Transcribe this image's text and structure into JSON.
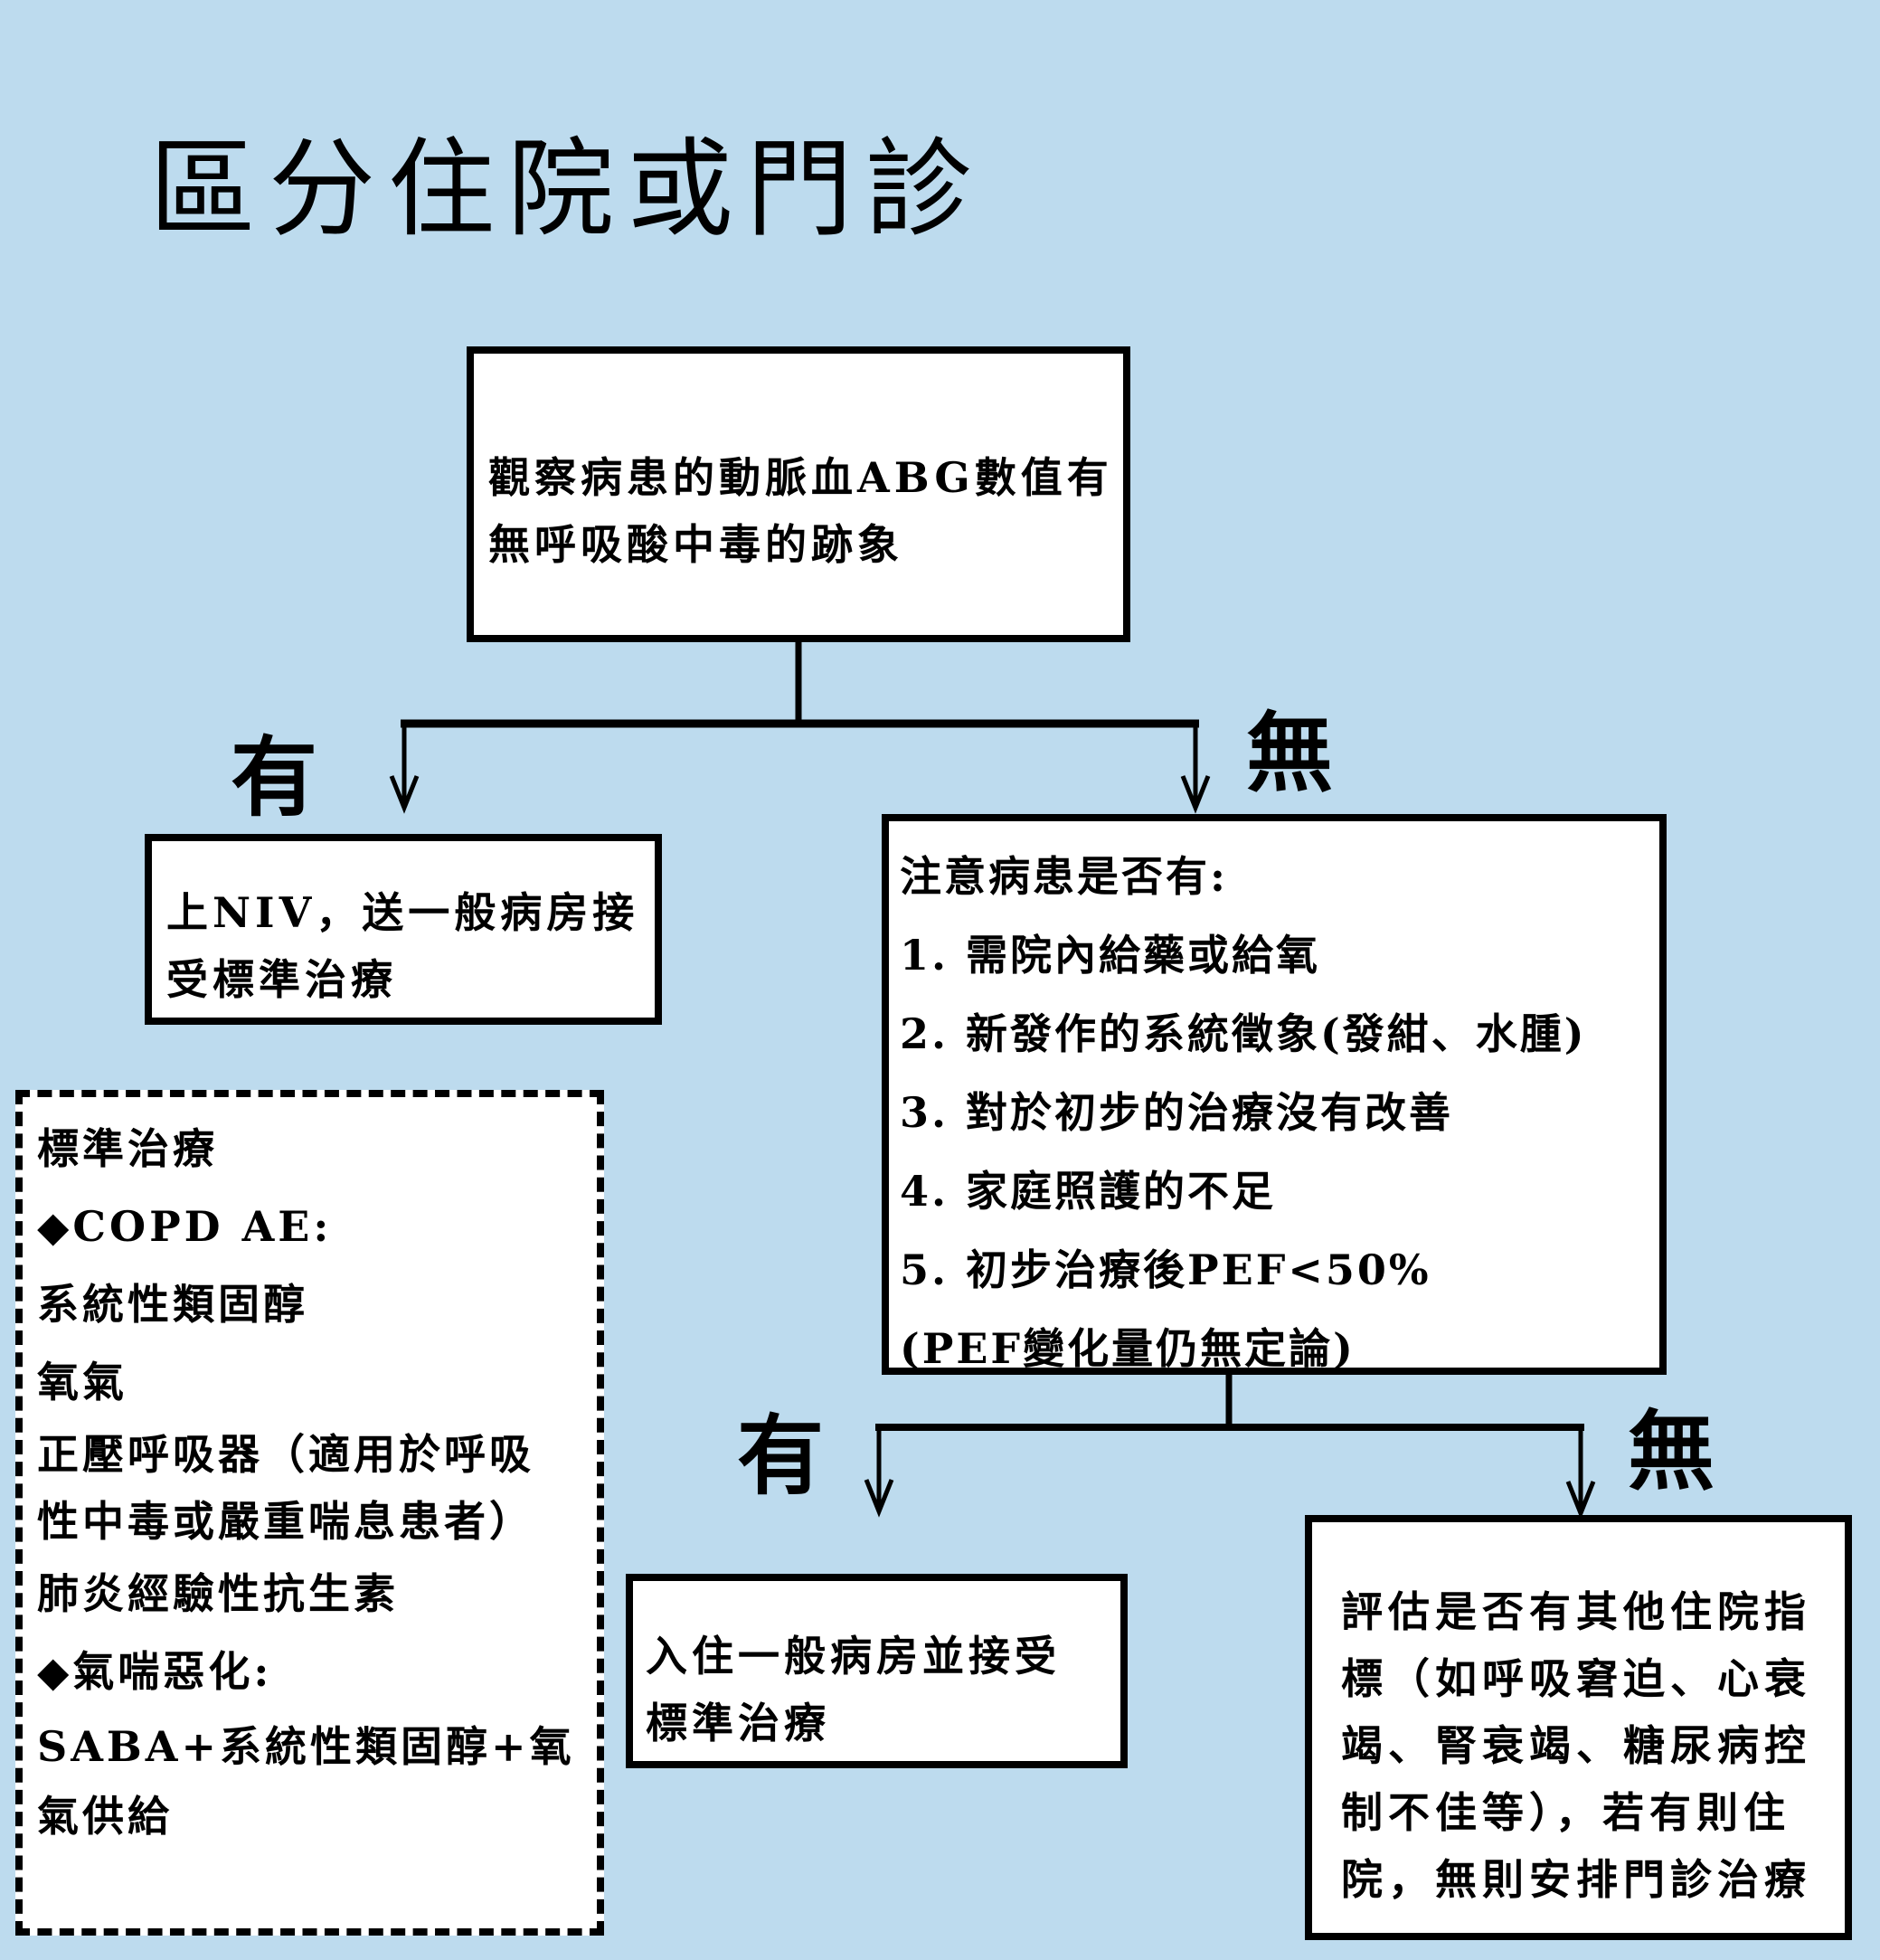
{
  "title": "區分住院或門診",
  "colors": {
    "background": "#bddbee",
    "box_fill": "#ffffff",
    "stroke": "#000000"
  },
  "top_box": {
    "lines": [
      "觀察病患的動脈血ABG數值有",
      "無呼吸酸中毒的跡象"
    ]
  },
  "branch1": {
    "yes_label": "有",
    "no_label": "無"
  },
  "yes_box": {
    "lines": [
      "上NIV，送一般病房接",
      "受標準治療"
    ]
  },
  "no_box": {
    "heading": "注意病患是否有:",
    "items": [
      "1.  需院內給藥或給氧",
      "2.  新發作的系統徵象(發紺、水腫)",
      "3. 對於初步的治療沒有改善",
      "4.  家庭照護的不足",
      "5.  初步治療後PEF<50%",
      "(PEF變化量仍無定論)"
    ]
  },
  "branch2": {
    "yes_label": "有",
    "no_label": "無"
  },
  "admit_box": {
    "lines": [
      "入住一般病房並接受",
      "標準治療"
    ]
  },
  "assess_box": {
    "lines": [
      "評估是否有其他住院指",
      "標（如呼吸窘迫、心衰",
      "竭、腎衰竭、糖尿病控",
      "制不佳等），若有則住",
      "院，無則安排門診治療"
    ]
  },
  "standard_treatment": {
    "heading": "標準治療",
    "copd_label": "COPD AE:",
    "copd_items": [
      "系統性類固醇",
      "氧氣",
      "正壓呼吸器（適用於呼吸",
      "性中毒或嚴重喘息患者）",
      "肺炎經驗性抗生素"
    ],
    "asthma_label": "氣喘惡化:",
    "asthma_items": [
      "SABA+系統性類固醇+氧",
      "氣供給"
    ],
    "bullet_icon": "black-diamond"
  }
}
